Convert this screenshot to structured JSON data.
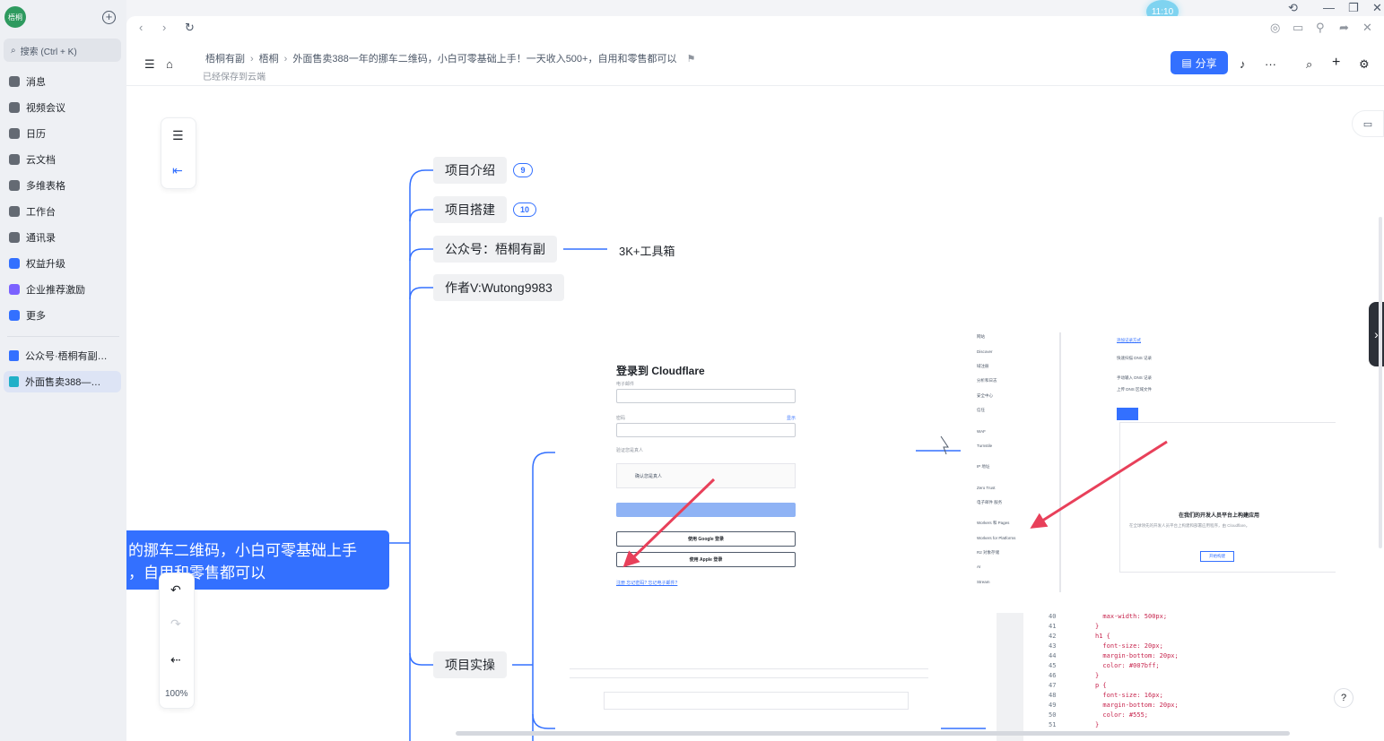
{
  "sidebar": {
    "avatar_text": "梧桐",
    "search_placeholder": "搜索 (Ctrl + K)",
    "items": [
      {
        "label": "消息",
        "icon": "message-icon"
      },
      {
        "label": "视频会议",
        "icon": "video-icon"
      },
      {
        "label": "日历",
        "icon": "calendar-icon"
      },
      {
        "label": "云文档",
        "icon": "cloud-doc-icon"
      },
      {
        "label": "多维表格",
        "icon": "table-icon"
      },
      {
        "label": "工作台",
        "icon": "workspace-icon"
      },
      {
        "label": "通讯录",
        "icon": "contacts-icon"
      },
      {
        "label": "权益升级",
        "icon": "diamond-icon"
      },
      {
        "label": "企业推荐激励",
        "icon": "referral-icon"
      },
      {
        "label": "更多",
        "icon": "more-icon"
      }
    ],
    "recent_docs": [
      {
        "label": "公众号·梧桐有副…"
      },
      {
        "label": "外面售卖388—…"
      }
    ]
  },
  "topbar": {
    "clock": "11:10"
  },
  "header": {
    "crumbs": [
      "梧桐有副",
      "梧桐",
      "外面售卖388一年的挪车二维码，小白可零基础上手！一天收入500+，自用和零售都可以"
    ],
    "saved_status": "已经保存到云端",
    "share_label": "分享"
  },
  "mindmap": {
    "root_line1": "的挪车二维码，小白可零基础上手",
    "root_line2": "，自用和零售都可以",
    "nodes": [
      {
        "label": "项目介绍",
        "badge": "9"
      },
      {
        "label": "项目搭建",
        "badge": "10"
      },
      {
        "label": "公众号：梧桐有副",
        "child": "3K+工具箱"
      },
      {
        "label": "作者V:Wutong9983"
      },
      {
        "label": "项目实操"
      }
    ]
  },
  "toolbar": {
    "zoom": "100%"
  },
  "embedded_login": {
    "title": "登录到 Cloudflare",
    "email_label": "电子邮件",
    "password_label": "密码",
    "show_label": "显示",
    "verify_label": "验证您是真人",
    "captcha_label": "确认您是真人",
    "google_btn": "使用 Google 登录",
    "apple_btn": "使用 Apple 登录",
    "links": "注册    忘记密码?    忘记电子邮件?"
  },
  "embedded_dashboard": {
    "menu": [
      "网站",
      "Discover",
      "域注册",
      "分析和日志",
      "安全中心",
      "信任",
      "WAF",
      "Turnstile",
      "IP 地址",
      "Zero Trust",
      "电子邮件 服务",
      "Workers 和 Pages",
      "Workers for Platforms",
      "R2 对象存储",
      "AI",
      "Stream"
    ],
    "options_title": "添加记录方式",
    "options": [
      "快速扫描 DNS 记录",
      "手动输入 DNS 记录",
      "上传 DNS 区域文件"
    ],
    "panel_title": "在我们的开发人员平台上构建应用",
    "panel_sub": "在全球领先的开发人员平台上构建和部署应用程序，由 Cloudflare。",
    "panel_button": "开始构建"
  },
  "embedded_code": {
    "lines": [
      {
        "n": "40",
        "t": "  max-width: 500px;"
      },
      {
        "n": "41",
        "t": "}"
      },
      {
        "n": "42",
        "t": "h1 {"
      },
      {
        "n": "43",
        "t": "  font-size: 20px;"
      },
      {
        "n": "44",
        "t": "  margin-bottom: 20px;"
      },
      {
        "n": "45",
        "t": "  color: #007bff;"
      },
      {
        "n": "46",
        "t": "}"
      },
      {
        "n": "47",
        "t": "p {"
      },
      {
        "n": "48",
        "t": "  font-size: 16px;"
      },
      {
        "n": "49",
        "t": "  margin-bottom: 20px;"
      },
      {
        "n": "50",
        "t": "  color: #555;"
      },
      {
        "n": "51",
        "t": "}"
      }
    ]
  }
}
